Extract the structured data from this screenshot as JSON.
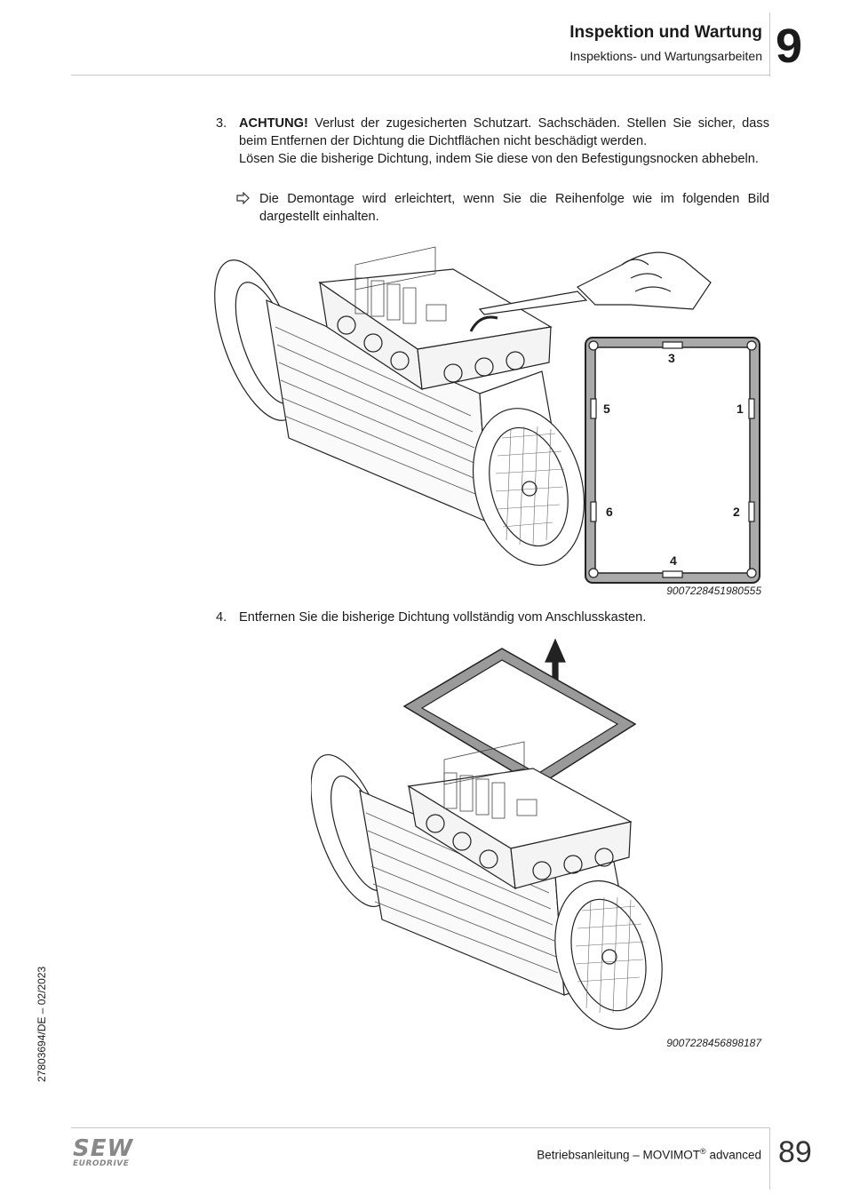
{
  "header": {
    "title": "Inspektion und Wartung",
    "subtitle": "Inspektions- und Wartungsarbeiten",
    "chapter_number": "9"
  },
  "steps": [
    {
      "number": "3.",
      "warning_label": "ACHTUNG!",
      "warning_text": "Verlust der zugesicherten Schutzart. Sachschäden. Stellen Sie sicher, dass beim Entfernen der Dichtung die Dichtflächen nicht beschädigt werden.",
      "instruction": "Lösen Sie die bisherige Dichtung, indem Sie diese von den Befestigungsnocken abhebeln.",
      "result_icon": "arrow-hint-icon",
      "result_text": "Die Demontage wird erleichtert, wenn Sie die Reihenfolge wie im folgenden Bild dargestellt einhalten.",
      "figure": {
        "caption": "9007228451980555",
        "gasket_labels": [
          "3",
          "5",
          "1",
          "6",
          "2",
          "4"
        ]
      }
    },
    {
      "number": "4.",
      "text": "Entfernen Sie die bisherige Dichtung vollständig vom Anschlusskasten.",
      "figure": {
        "caption": "9007228456898187"
      }
    }
  ],
  "footer": {
    "doc_title_main": "Betriebsanleitung – MOVIMOT",
    "doc_title_reg": "®",
    "doc_title_rest": " advanced",
    "page_number": "89",
    "doc_id": "27803694/DE – 02/2023",
    "logo_main": "SEW",
    "logo_sub": "EURODRIVE"
  }
}
